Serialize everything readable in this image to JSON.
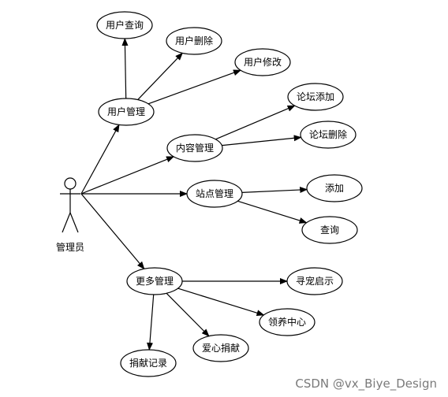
{
  "diagram": {
    "actor": {
      "id": "admin",
      "label": "管理员"
    },
    "use_cases": [
      {
        "id": "user_mgmt",
        "label": "用户管理"
      },
      {
        "id": "user_query",
        "label": "用户查询"
      },
      {
        "id": "user_delete",
        "label": "用户删除"
      },
      {
        "id": "user_modify",
        "label": "用户修改"
      },
      {
        "id": "content_mgmt",
        "label": "内容管理"
      },
      {
        "id": "forum_add",
        "label": "论坛添加"
      },
      {
        "id": "forum_delete",
        "label": "论坛删除"
      },
      {
        "id": "site_mgmt",
        "label": "站点管理"
      },
      {
        "id": "add",
        "label": "添加"
      },
      {
        "id": "query",
        "label": "查询"
      },
      {
        "id": "more_mgmt",
        "label": "更多管理"
      },
      {
        "id": "pet_notice",
        "label": "寻宠启示"
      },
      {
        "id": "adoption_center",
        "label": "领养中心"
      },
      {
        "id": "love_donation",
        "label": "爱心捐献"
      },
      {
        "id": "donation_record",
        "label": "捐献记录"
      }
    ],
    "associations": [
      {
        "from": "admin",
        "to": "user_mgmt"
      },
      {
        "from": "admin",
        "to": "content_mgmt"
      },
      {
        "from": "admin",
        "to": "site_mgmt"
      },
      {
        "from": "admin",
        "to": "more_mgmt"
      },
      {
        "from": "user_mgmt",
        "to": "user_query"
      },
      {
        "from": "user_mgmt",
        "to": "user_delete"
      },
      {
        "from": "user_mgmt",
        "to": "user_modify"
      },
      {
        "from": "content_mgmt",
        "to": "forum_add"
      },
      {
        "from": "content_mgmt",
        "to": "forum_delete"
      },
      {
        "from": "site_mgmt",
        "to": "add"
      },
      {
        "from": "site_mgmt",
        "to": "query"
      },
      {
        "from": "more_mgmt",
        "to": "pet_notice"
      },
      {
        "from": "more_mgmt",
        "to": "adoption_center"
      },
      {
        "from": "more_mgmt",
        "to": "love_donation"
      },
      {
        "from": "more_mgmt",
        "to": "donation_record"
      }
    ]
  },
  "watermark": "CSDN @vx_Biye_Design"
}
